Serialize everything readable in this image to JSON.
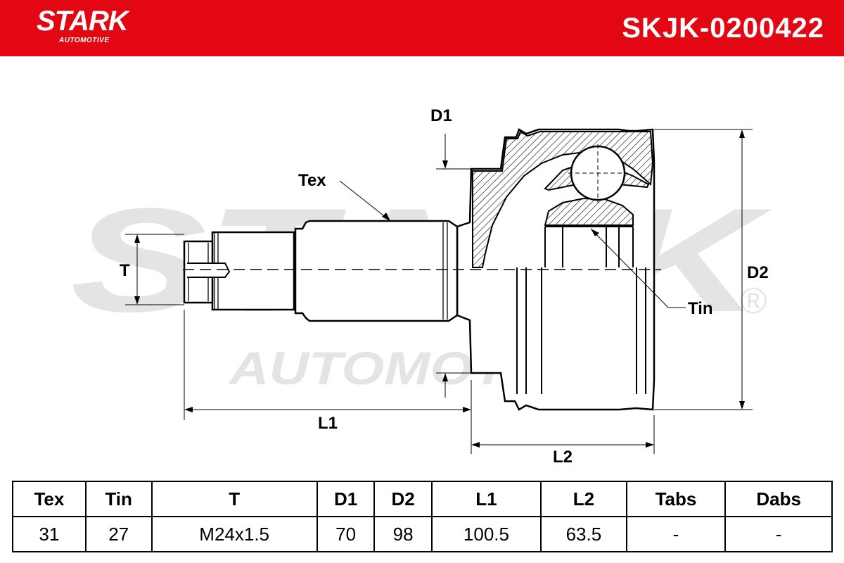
{
  "brand": {
    "name": "STARK",
    "subtitle": "AUTOMOTIVE",
    "registered_mark": "®",
    "color": "#e30613"
  },
  "part_number": "SKJK-0200422",
  "watermark": {
    "main": "STARK",
    "sub": "AUTOMOTIVE"
  },
  "diagram_labels": {
    "tex": "Tex",
    "tin": "Tin",
    "t": "T",
    "d1": "D1",
    "d2": "D2",
    "l1": "L1",
    "l2": "L2"
  },
  "spec_table": {
    "headers": [
      "Tex",
      "Tin",
      "T",
      "D1",
      "D2",
      "L1",
      "L2",
      "Tabs",
      "Dabs"
    ],
    "values": [
      "31",
      "27",
      "M24x1.5",
      "70",
      "98",
      "100.5",
      "63.5",
      "-",
      "-"
    ]
  }
}
